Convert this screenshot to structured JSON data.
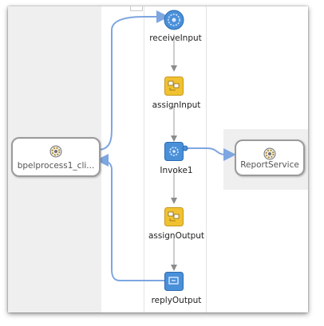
{
  "partners": {
    "client": {
      "label": "bpelprocess1_cli..."
    },
    "service": {
      "label": "ReportService"
    }
  },
  "activities": [
    {
      "label": "receiveInput",
      "icon": "receive-icon"
    },
    {
      "label": "assignInput",
      "icon": "assign-icon"
    },
    {
      "label": "Invoke1",
      "icon": "invoke-icon"
    },
    {
      "label": "assignOutput",
      "icon": "assign-icon"
    },
    {
      "label": "replyOutput",
      "icon": "reply-icon"
    }
  ],
  "colors": {
    "wire": "#7ea6e0",
    "lane": "#efefef",
    "partner_border": "#9a9a9a",
    "activity_blue": "#4a90d9",
    "activity_yellow": "#f0c232"
  }
}
